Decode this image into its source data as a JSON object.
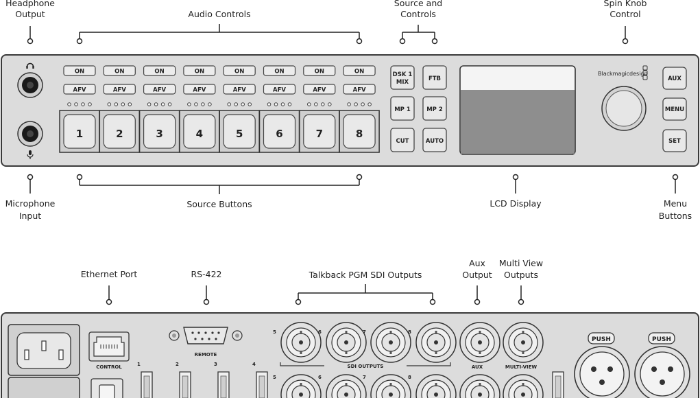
{
  "callouts": {
    "headphone": [
      "Headphone",
      "Output"
    ],
    "audio_controls": "Audio Controls",
    "source_controls": [
      "Source and",
      "Controls"
    ],
    "spin_knob": [
      "Spin Knob",
      "Control"
    ],
    "microphone": [
      "Microphone",
      "Input"
    ],
    "source_buttons": "Source Buttons",
    "lcd_display": "LCD Display",
    "menu_buttons": [
      "Menu",
      "Buttons"
    ],
    "ethernet": "Ethernet Port",
    "rs422": "RS-422",
    "talkback": "Talkback PGM SDI Outputs",
    "aux_output": [
      "Aux",
      "Output"
    ],
    "multiview_outputs": [
      "Multi View",
      "Outputs"
    ]
  },
  "front_panel": {
    "on_label": "ON",
    "afv_label": "AFV",
    "sources": [
      "1",
      "2",
      "3",
      "4",
      "5",
      "6",
      "7",
      "8"
    ],
    "dsk": [
      "DSK 1",
      "MIX"
    ],
    "ftb": "FTB",
    "mp1": "MP 1",
    "mp2": "MP 2",
    "cut": "CUT",
    "auto": "AUTO",
    "brand": "Blackmagicdesign",
    "aux": "AUX",
    "menu": "MENU",
    "set": "SET"
  },
  "rear_panel": {
    "remote": "REMOTE",
    "control": "CONTROL",
    "hdmi_numbers": [
      "1",
      "2",
      "3",
      "4"
    ],
    "sdi_numbers": [
      "5",
      "6",
      "7",
      "8"
    ],
    "sdi_outputs": "SDI OUTPUTS",
    "aux": "AUX",
    "multiview": "MULTI-VIEW",
    "push": "PUSH"
  }
}
